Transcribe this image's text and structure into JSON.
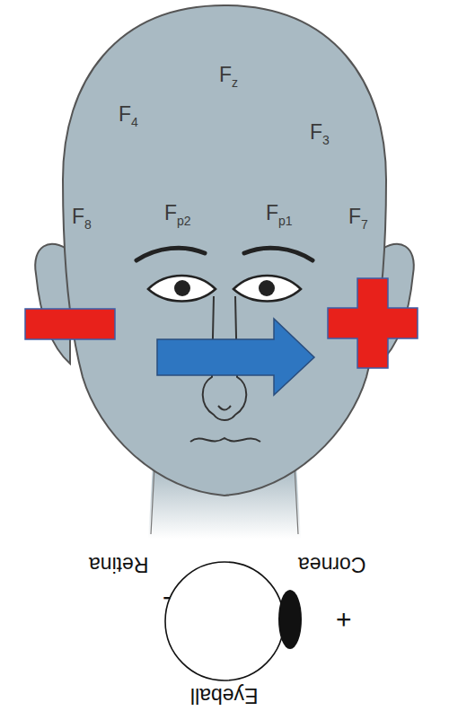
{
  "diagram": {
    "labels": [
      "Fz",
      "F4",
      "F3",
      "F8",
      "Fp2",
      "Fp1",
      "F7",
      "Retina",
      "Cornea",
      "-",
      "+",
      "Eyeball"
    ]
  }
}
